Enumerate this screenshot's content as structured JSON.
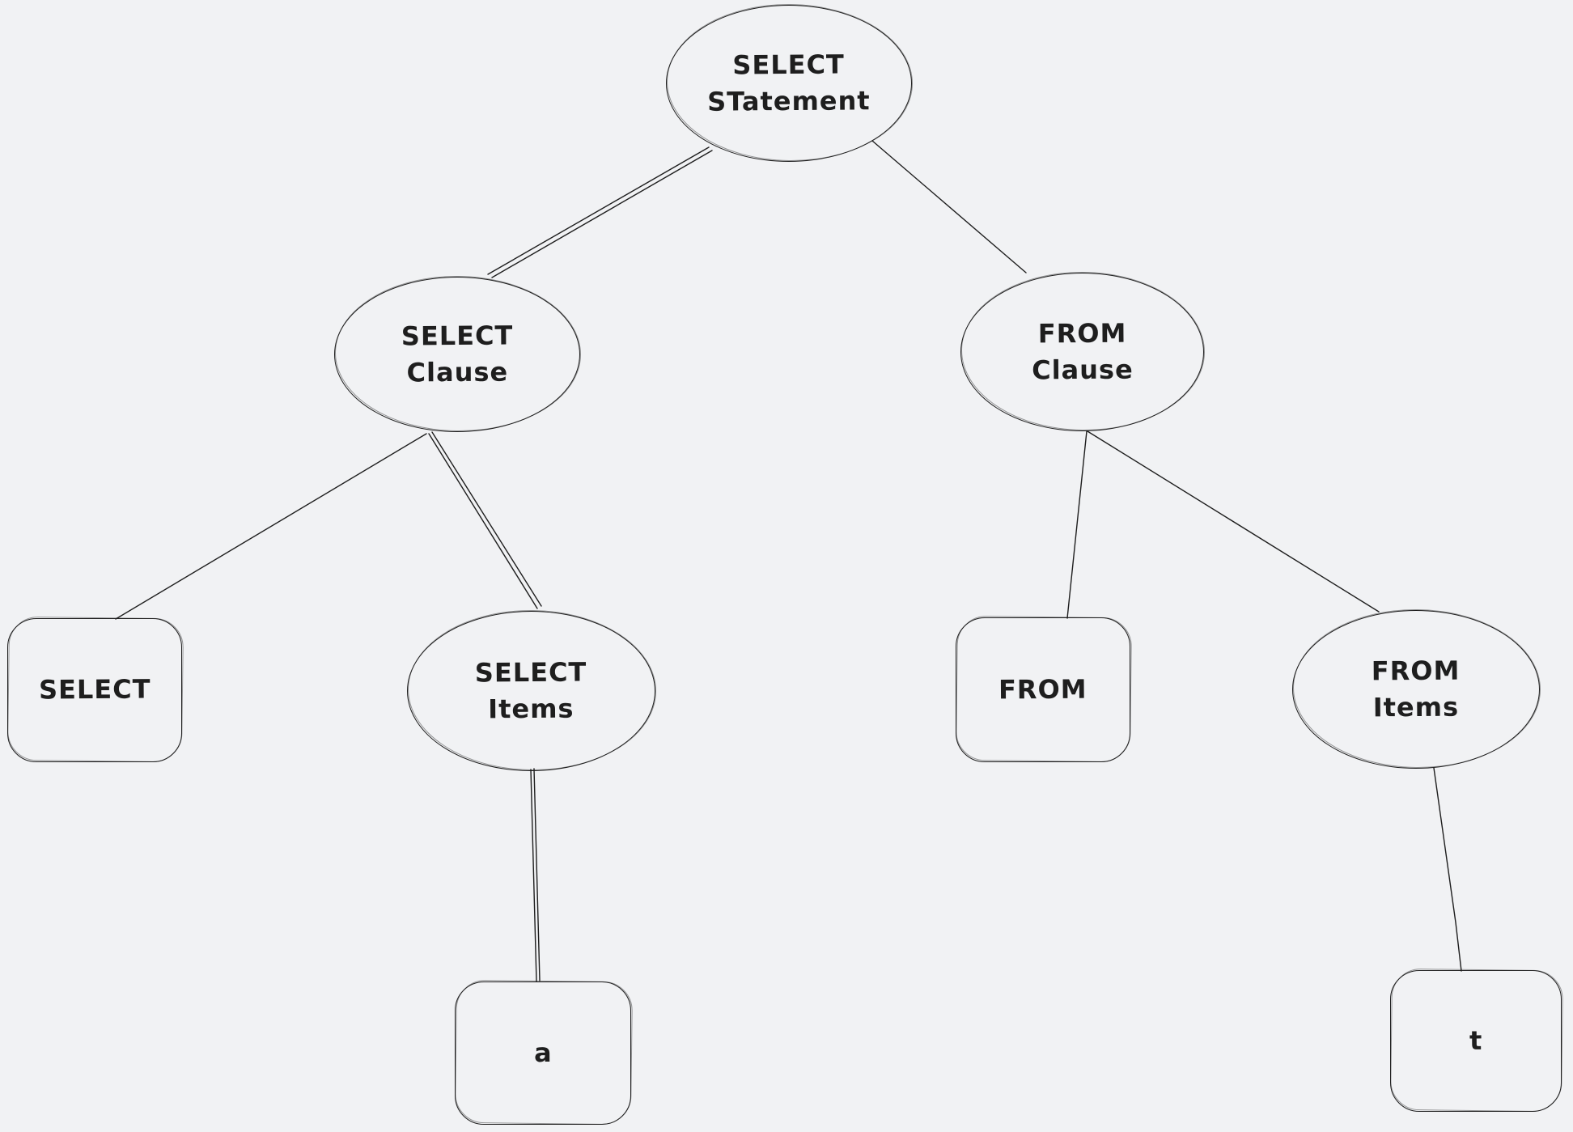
{
  "canvas": {
    "background_color": "#f1f2f4",
    "stroke_color": "#1e1e1e",
    "style": "hand-drawn"
  },
  "diagram": {
    "kind": "tree",
    "nodes": {
      "select_statement": {
        "label": "SELECT\nSTatement",
        "shape": "ellipse"
      },
      "select_clause": {
        "label": "SELECT\nClause",
        "shape": "ellipse"
      },
      "from_clause": {
        "label": "FROM\nClause",
        "shape": "ellipse"
      },
      "select_keyword": {
        "label": "SELECT",
        "shape": "rectangle"
      },
      "select_items": {
        "label": "SELECT\nItems",
        "shape": "ellipse"
      },
      "from_keyword": {
        "label": "FROM",
        "shape": "rectangle"
      },
      "from_items": {
        "label": "FROM\nItems",
        "shape": "ellipse"
      },
      "leaf_a": {
        "label": "a",
        "shape": "rectangle"
      },
      "leaf_t": {
        "label": "t",
        "shape": "rectangle"
      }
    },
    "edges": [
      {
        "from": "select_statement",
        "to": "select_clause"
      },
      {
        "from": "select_statement",
        "to": "from_clause"
      },
      {
        "from": "select_clause",
        "to": "select_keyword"
      },
      {
        "from": "select_clause",
        "to": "select_items"
      },
      {
        "from": "from_clause",
        "to": "from_keyword"
      },
      {
        "from": "from_clause",
        "to": "from_items"
      },
      {
        "from": "select_items",
        "to": "leaf_a"
      },
      {
        "from": "from_items",
        "to": "leaf_t"
      }
    ]
  }
}
